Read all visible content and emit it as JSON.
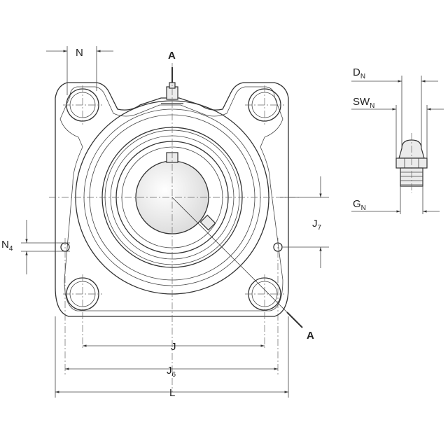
{
  "drawing": {
    "labels": {
      "N": "N",
      "N4_main": "N",
      "N4_sub": "4",
      "J": "J",
      "J6_main": "J",
      "J6_sub": "6",
      "J7_main": "J",
      "J7_sub": "7",
      "L": "L",
      "A_top": "A",
      "A_bottom": "A",
      "DN_main": "D",
      "DN_sub": "N",
      "SWN_main": "SW",
      "SWN_sub": "N",
      "GN_main": "G",
      "GN_sub": "N"
    }
  }
}
